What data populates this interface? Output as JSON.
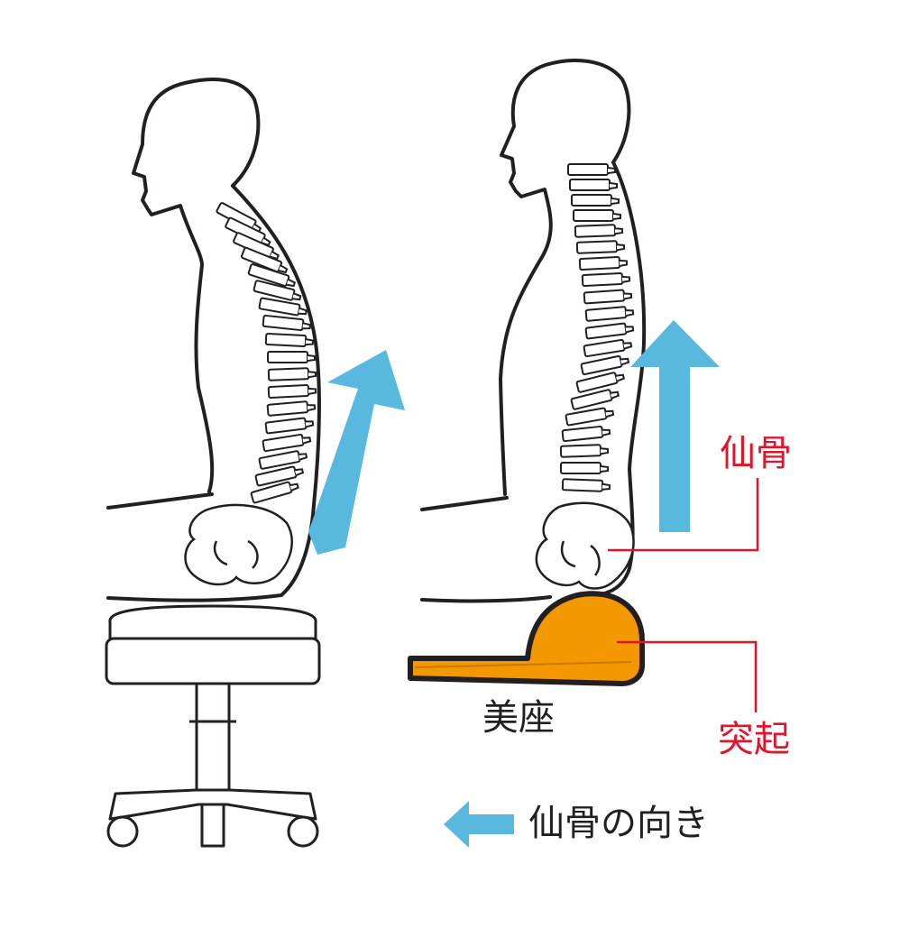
{
  "labels": {
    "sacrum": "仙骨",
    "cushion": "美座",
    "protrusion": "突起",
    "legend": "仙骨の向き"
  },
  "colors": {
    "arrow": "#59b8dd",
    "cushion_fill": "#f39800",
    "callout": "#e0142b",
    "outline": "#231f20"
  }
}
